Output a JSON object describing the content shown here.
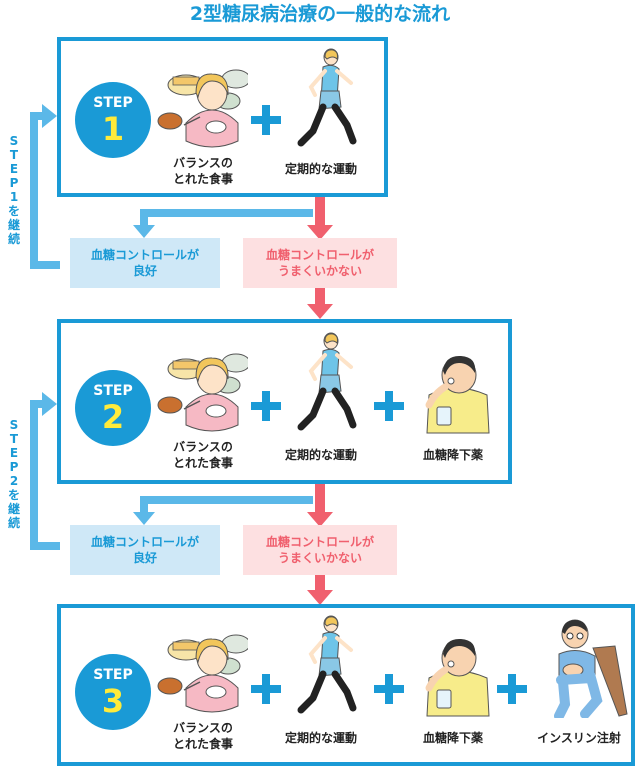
{
  "title": "2型糖尿病治療の一般的な流れ",
  "steps": [
    {
      "badge_word": "STEP",
      "number": "1",
      "items": [
        {
          "icon": "meal-woman-icon",
          "label": "バランスの\nとれた食事"
        },
        {
          "icon": "running-woman-icon",
          "label": "定期的な運動"
        }
      ]
    },
    {
      "badge_word": "STEP",
      "number": "2",
      "items": [
        {
          "icon": "meal-woman-icon",
          "label": "バランスの\nとれた食事"
        },
        {
          "icon": "running-woman-icon",
          "label": "定期的な運動"
        },
        {
          "icon": "pill-man-icon",
          "label": "血糖降下薬"
        }
      ]
    },
    {
      "badge_word": "STEP",
      "number": "3",
      "items": [
        {
          "icon": "meal-woman-icon",
          "label": "バランスの\nとれた食事"
        },
        {
          "icon": "running-woman-icon",
          "label": "定期的な運動"
        },
        {
          "icon": "pill-man-icon",
          "label": "血糖降下薬"
        },
        {
          "icon": "insulin-man-icon",
          "label": "インスリン注射"
        }
      ]
    }
  ],
  "outcomes": [
    {
      "good": "血糖コントロールが\n良好",
      "bad": "血糖コントロールが\nうまくいかない",
      "continue": "STEP1を継続"
    },
    {
      "good": "血糖コントロールが\n良好",
      "bad": "血糖コントロールが\nうまくいかない",
      "continue": "STEP2を継続"
    }
  ],
  "colors": {
    "blue": "#1a9ad6",
    "light_blue": "#cfe8f7",
    "red": "#f0606e",
    "pink": "#fde0e1",
    "yellow": "#ffeb3b"
  }
}
